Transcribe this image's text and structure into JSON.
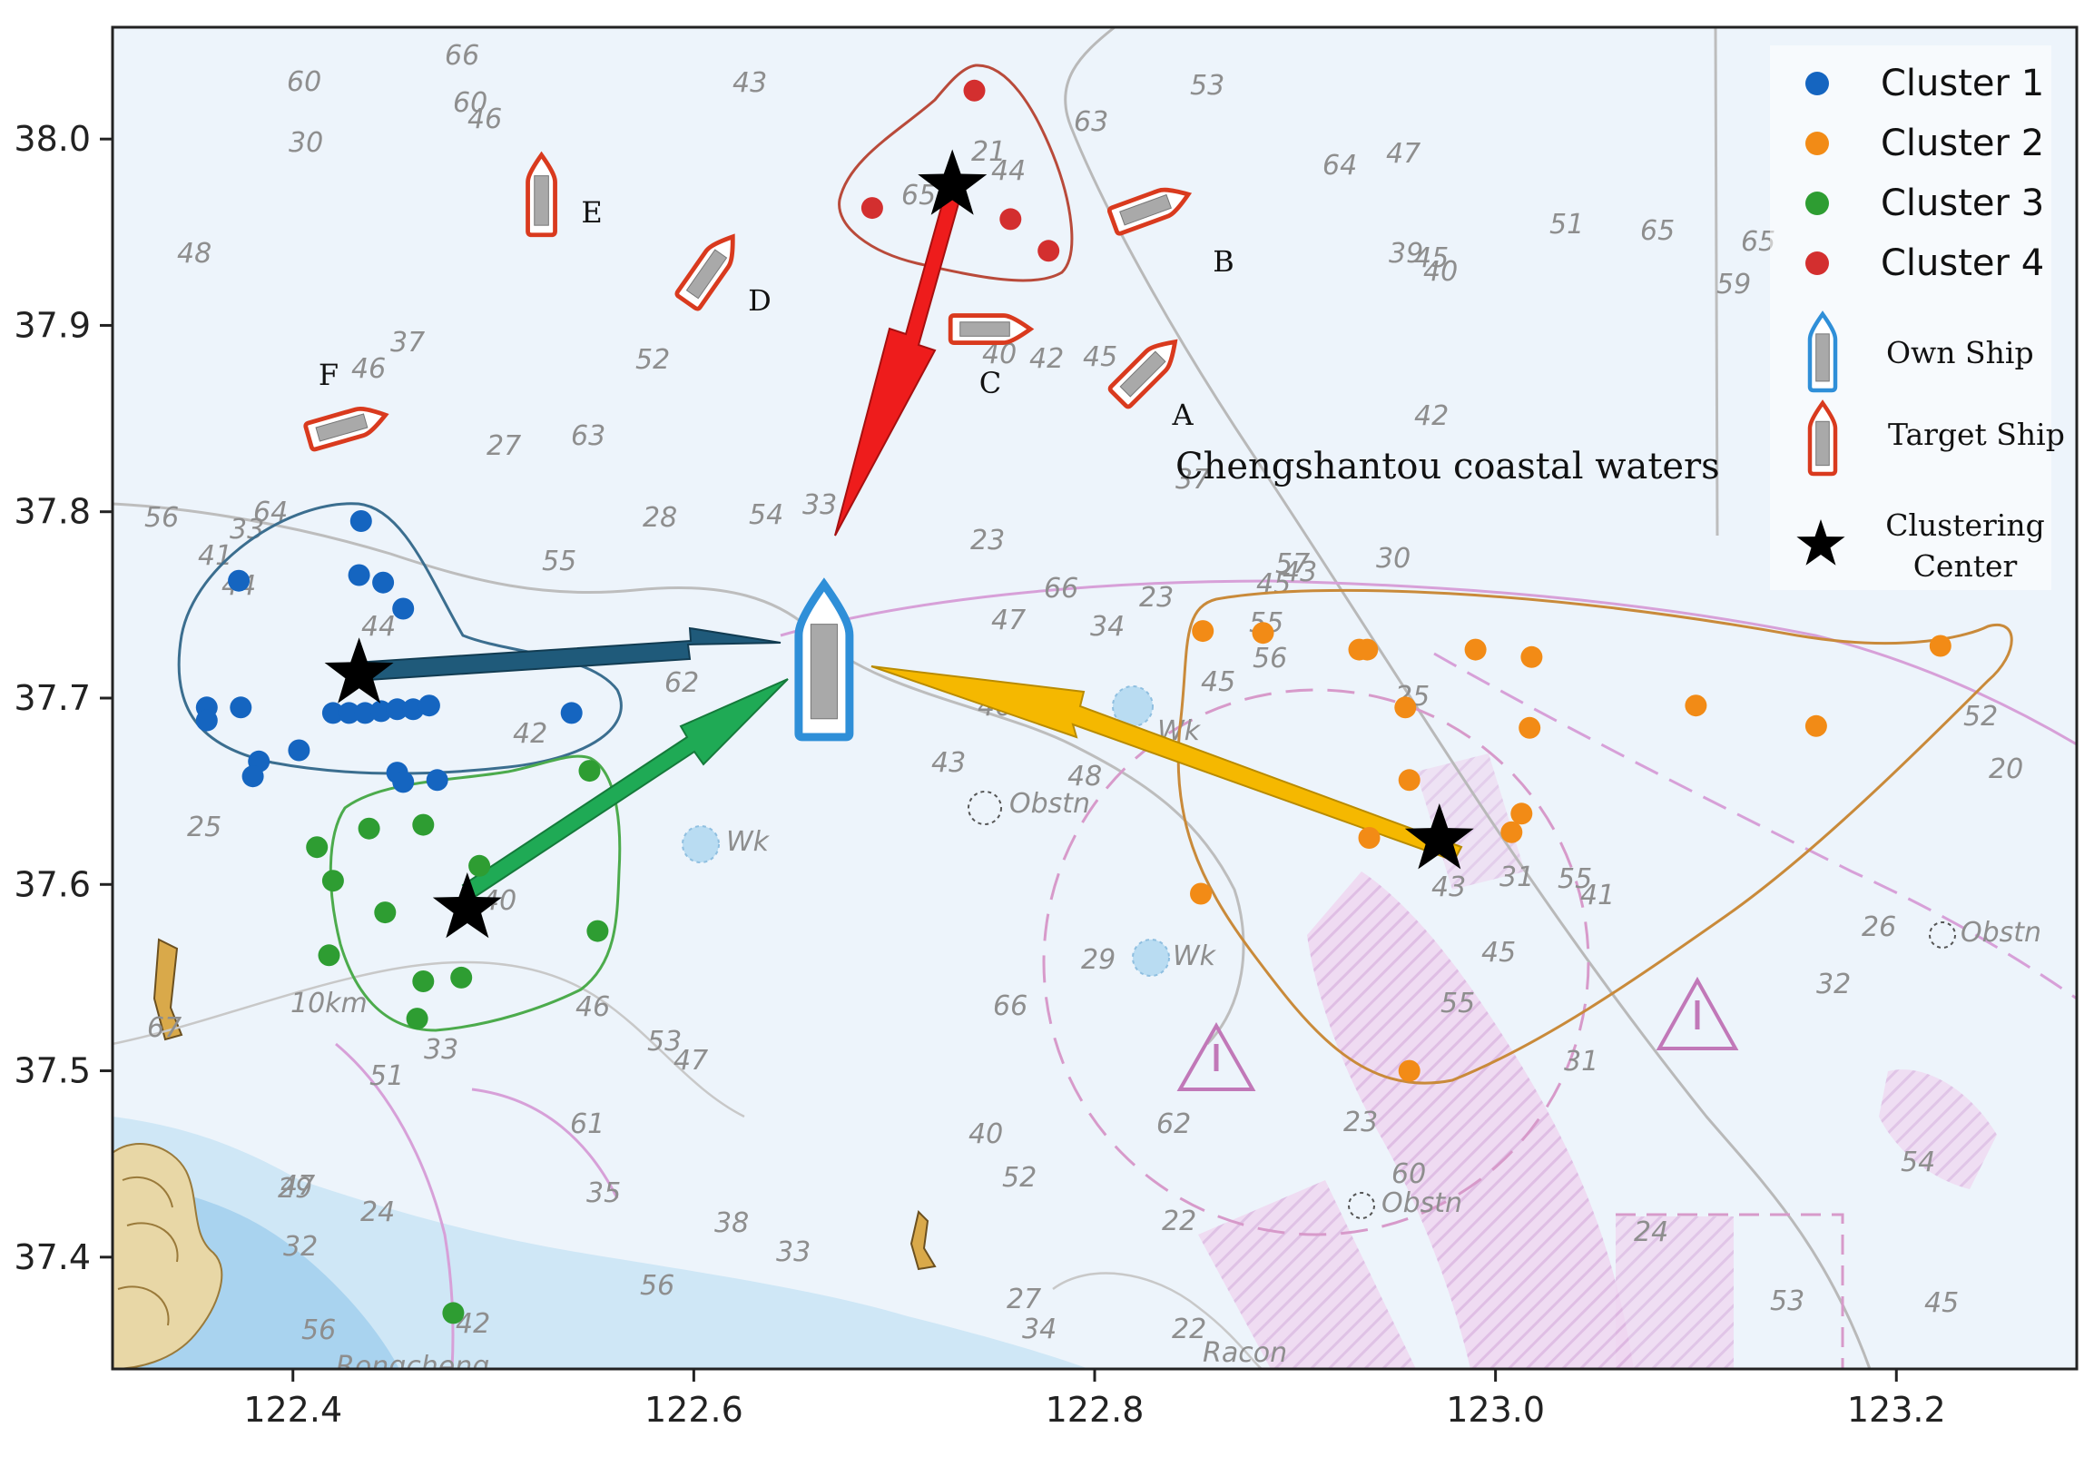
{
  "colors": {
    "cluster_1": "#1565c0",
    "cluster_2": "#f28b16",
    "cluster_3": "#2e9d32",
    "cluster_4": "#d32f2f",
    "own_ship": "#2f8fd8",
    "target_ship": "#d93a1e",
    "arrow_cluster_1": "#1f5a7a",
    "arrow_cluster_2": "#f5b800",
    "arrow_cluster_3": "#1faa55",
    "arrow_cluster_4": "#ee1c1c",
    "map_water": "#edf4fb",
    "map_shallow": "#b9dcf2",
    "map_restricted": "#e4c3e6"
  },
  "chart_data": {
    "type": "scatter",
    "title": "",
    "xlabel": "",
    "ylabel": "",
    "xlim": [
      122.31,
      123.29
    ],
    "ylim": [
      37.34,
      38.06
    ],
    "x_ticks": [
      "122.4",
      "122.6",
      "122.8",
      "123.0",
      "123.2"
    ],
    "x_tick_values": [
      122.4,
      122.6,
      122.8,
      123.0,
      123.2
    ],
    "y_ticks": [
      "37.4",
      "37.5",
      "37.6",
      "37.7",
      "37.8",
      "37.9",
      "38.0"
    ],
    "y_tick_values": [
      37.4,
      37.5,
      37.6,
      37.7,
      37.8,
      37.9,
      38.0
    ],
    "grid": false,
    "legend_position": "top-right",
    "legend": {
      "cluster_1": "Cluster 1",
      "cluster_2": "Cluster 2",
      "cluster_3": "Cluster 3",
      "cluster_4": "Cluster 4",
      "own_ship": "Own Ship",
      "target_ship": "Target Ship",
      "center_line1": "Clustering",
      "center_line2": "Center"
    },
    "annotation": "Chengshantou coastal waters",
    "own_ship": {
      "lon": 122.665,
      "lat": 37.72
    },
    "series": [
      {
        "name": "Cluster 1",
        "color_key": "cluster_1",
        "center": {
          "lon": 122.433,
          "lat": 37.713
        },
        "points": [
          [
            122.434,
            37.795
          ],
          [
            122.373,
            37.763
          ],
          [
            122.433,
            37.766
          ],
          [
            122.445,
            37.762
          ],
          [
            122.455,
            37.748
          ],
          [
            122.357,
            37.695
          ],
          [
            122.374,
            37.695
          ],
          [
            122.357,
            37.688
          ],
          [
            122.42,
            37.692
          ],
          [
            122.428,
            37.692
          ],
          [
            122.436,
            37.692
          ],
          [
            122.444,
            37.693
          ],
          [
            122.452,
            37.694
          ],
          [
            122.46,
            37.694
          ],
          [
            122.468,
            37.696
          ],
          [
            122.383,
            37.666
          ],
          [
            122.38,
            37.658
          ],
          [
            122.403,
            37.672
          ],
          [
            122.452,
            37.66
          ],
          [
            122.455,
            37.655
          ],
          [
            122.472,
            37.656
          ],
          [
            122.539,
            37.692
          ]
        ]
      },
      {
        "name": "Cluster 2",
        "color_key": "cluster_2",
        "center": {
          "lon": 122.972,
          "lat": 37.624
        },
        "points": [
          [
            122.854,
            37.736
          ],
          [
            122.884,
            37.735
          ],
          [
            122.932,
            37.726
          ],
          [
            122.936,
            37.726
          ],
          [
            122.99,
            37.726
          ],
          [
            123.018,
            37.722
          ],
          [
            123.222,
            37.728
          ],
          [
            122.955,
            37.695
          ],
          [
            123.1,
            37.696
          ],
          [
            123.017,
            37.684
          ],
          [
            123.16,
            37.685
          ],
          [
            122.957,
            37.656
          ],
          [
            123.013,
            37.638
          ],
          [
            123.008,
            37.628
          ],
          [
            122.937,
            37.625
          ],
          [
            122.853,
            37.595
          ],
          [
            122.957,
            37.5
          ]
        ]
      },
      {
        "name": "Cluster 3",
        "color_key": "cluster_3",
        "center": {
          "lon": 122.487,
          "lat": 37.587
        },
        "points": [
          [
            122.548,
            37.661
          ],
          [
            122.412,
            37.62
          ],
          [
            122.438,
            37.63
          ],
          [
            122.465,
            37.632
          ],
          [
            122.493,
            37.61
          ],
          [
            122.42,
            37.602
          ],
          [
            122.446,
            37.585
          ],
          [
            122.552,
            37.575
          ],
          [
            122.418,
            37.562
          ],
          [
            122.465,
            37.548
          ],
          [
            122.484,
            37.55
          ],
          [
            122.462,
            37.528
          ],
          [
            122.48,
            37.37
          ]
        ]
      },
      {
        "name": "Cluster 4",
        "color_key": "cluster_4",
        "center": {
          "lon": 122.729,
          "lat": 37.975
        },
        "points": [
          [
            122.74,
            38.026
          ],
          [
            122.689,
            37.963
          ],
          [
            122.758,
            37.957
          ],
          [
            122.777,
            37.94
          ]
        ]
      }
    ],
    "target_ships": [
      {
        "label": "A",
        "lon": 122.826,
        "lat": 37.876,
        "angle": 45
      },
      {
        "label": "B",
        "lon": 122.828,
        "lat": 37.963,
        "angle": 70
      },
      {
        "label": "C",
        "lon": 122.748,
        "lat": 37.898,
        "angle": 90
      },
      {
        "label": "D",
        "lon": 122.608,
        "lat": 37.93,
        "angle": 35
      },
      {
        "label": "E",
        "lon": 122.524,
        "lat": 37.97,
        "angle": 0
      },
      {
        "label": "F",
        "lon": 122.427,
        "lat": 37.846,
        "angle": 74
      }
    ],
    "map_labels": {
      "range_ring": "10km",
      "wreck": "Wk",
      "obstruction": "Obstn",
      "town": "Rongcheng",
      "racon": "Racon"
    },
    "depth_soundings": [
      "48",
      "46",
      "46",
      "47",
      "45",
      "47",
      "47",
      "45",
      "45",
      "45",
      "46",
      "45",
      "44",
      "44",
      "43",
      "42",
      "42",
      "40",
      "37",
      "33",
      "33",
      "32",
      "35",
      "42",
      "43",
      "41",
      "37",
      "44",
      "44",
      "43",
      "47",
      "46",
      "40",
      "47",
      "52",
      "51",
      "53",
      "53",
      "54",
      "55",
      "53",
      "54",
      "55",
      "55",
      "56",
      "56",
      "55",
      "56",
      "52",
      "56",
      "51",
      "55",
      "48",
      "45",
      "60",
      "61",
      "60",
      "60",
      "62",
      "65",
      "63",
      "62",
      "64",
      "63",
      "65",
      "66",
      "64",
      "65",
      "66",
      "67",
      "66",
      "33",
      "31",
      "28",
      "29",
      "30",
      "27",
      "25",
      "23",
      "22",
      "23",
      "24",
      "25",
      "26",
      "27",
      "28",
      "29",
      "24",
      "22",
      "23",
      "21",
      "20",
      "30",
      "31",
      "34",
      "32",
      "33",
      "34",
      "39",
      "40",
      "42",
      "43",
      "52",
      "41",
      "40",
      "46",
      "38",
      "57",
      "59"
    ]
  }
}
